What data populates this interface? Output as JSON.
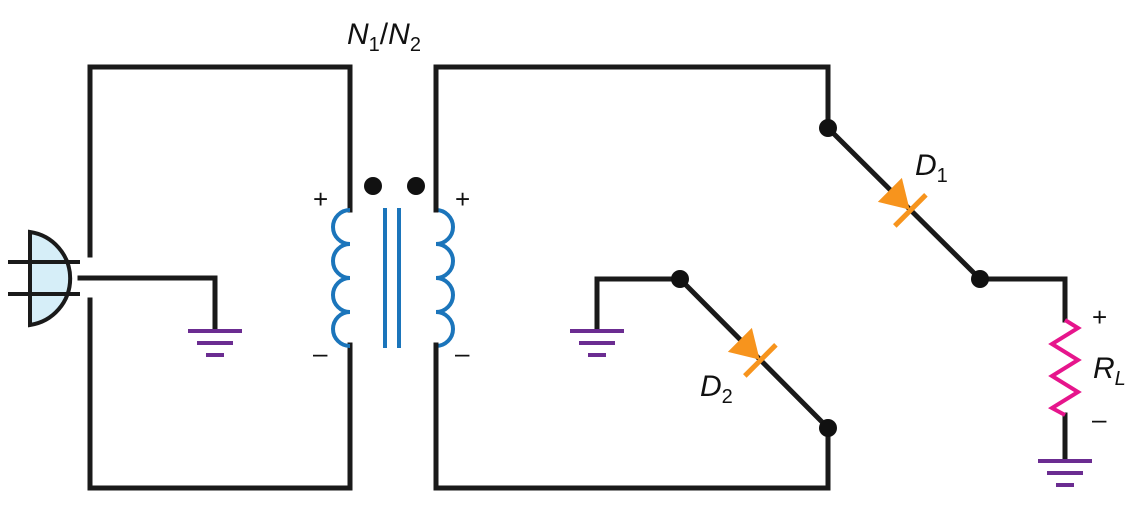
{
  "transformer": {
    "turns_ratio": {
      "n1": "N",
      "n1_sub": "1",
      "slash": "/",
      "n2": "N",
      "n2_sub": "2"
    },
    "primary_plus": "+",
    "primary_minus": "–",
    "secondary_plus": "+",
    "secondary_minus": "–"
  },
  "diodes": [
    {
      "name": "D",
      "sub": "1"
    },
    {
      "name": "D",
      "sub": "2"
    }
  ],
  "load": {
    "name": "R",
    "sub": "L",
    "plus": "+",
    "minus": "–"
  },
  "colors": {
    "wire": "#1a1a1a",
    "coil": "#1b75bb",
    "diode": "#f7941d",
    "ground": "#6b2c91",
    "resistor": "#e6158c",
    "plug": "#d6eef8"
  },
  "icons": [
    "ac-plug-icon",
    "ground-icon",
    "diode-icon",
    "resistor-icon",
    "transformer-coil-icon"
  ]
}
